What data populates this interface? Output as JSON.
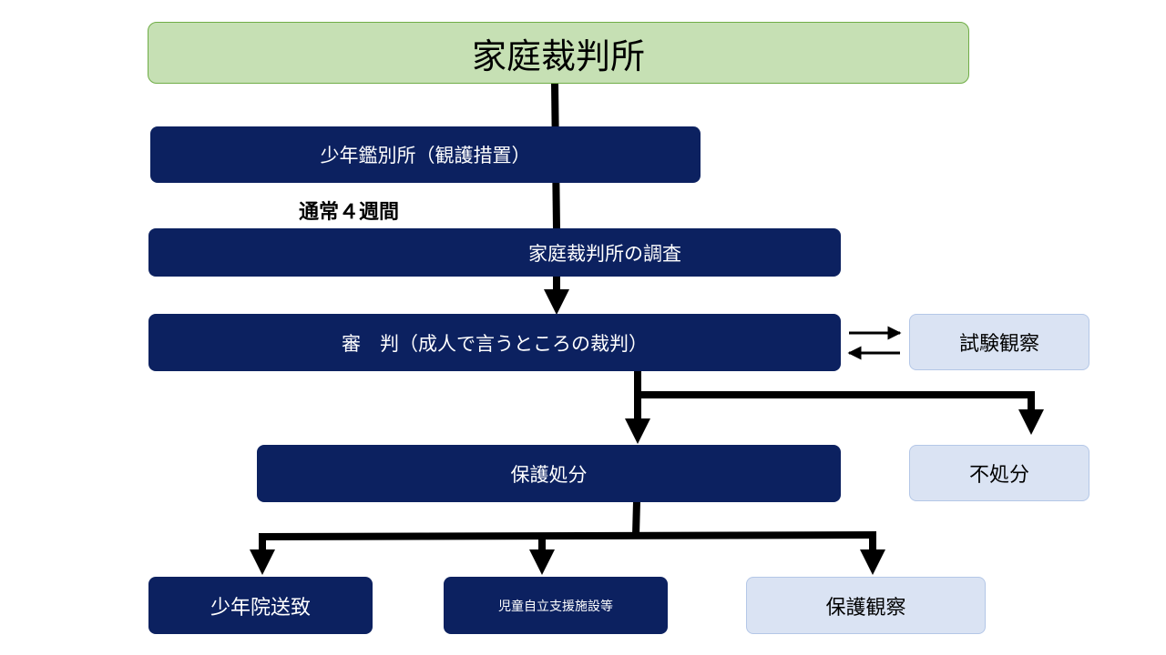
{
  "court": "家庭裁判所",
  "detention": "少年鑑別所（観護措置）",
  "duration_note": "通常４週間",
  "investigation": "家庭裁判所の調査",
  "hearing": "審　判（成人で言うところの裁判）",
  "probation_trial": "試験観察",
  "protective_disposition": "保護処分",
  "no_disposition": "不処分",
  "reform_school": "少年院送致",
  "welfare_facility": "児童自立支援施設等",
  "probation": "保護観察",
  "colors": {
    "dark_box": "#0c2160",
    "light_box": "#dae3f3",
    "top_box": "#c6e0b4",
    "connector": "#000000"
  }
}
